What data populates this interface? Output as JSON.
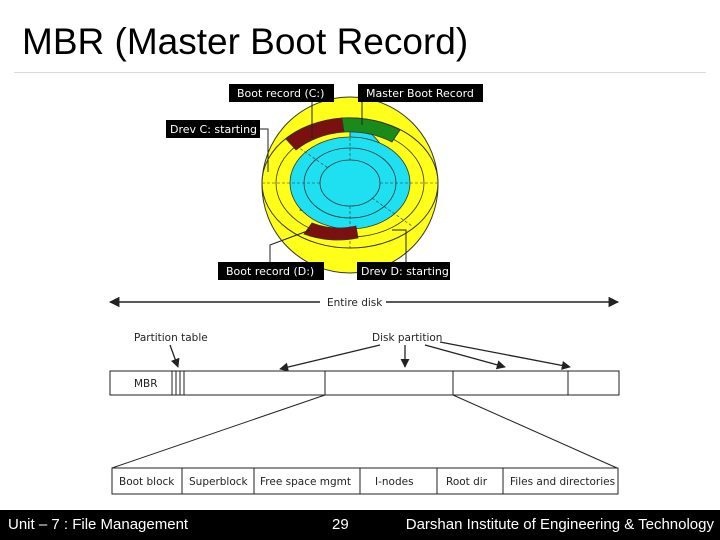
{
  "slide": {
    "title": "MBR (Master Boot Record)"
  },
  "disk_labels": {
    "boot_record_c": "Boot record (C:)",
    "master_boot_record": "Master Boot Record",
    "drev_c_starting": "Drev C: starting",
    "boot_record_d": "Boot record (D:)",
    "drev_d_starting": "Drev D: starting"
  },
  "layout_labels": {
    "entire_disk": "Entire disk",
    "partition_table": "Partition table",
    "disk_partition": "Disk partition",
    "mbr": "MBR"
  },
  "partition_blocks": [
    "Boot block",
    "Superblock",
    "Free space mgmt",
    "I-nodes",
    "Root dir",
    "Files and directories"
  ],
  "footer": {
    "unit": "Unit – 7 : File Management",
    "page": "29",
    "institute": "Darshan Institute of Engineering & Technology"
  },
  "colors": {
    "partition_yellow": "#ffff1a",
    "partition_cyan": "#1fe0f0",
    "boot_record_red": "#7a1010",
    "mbr_green": "#1a8a1a",
    "label_box": "#000000"
  }
}
